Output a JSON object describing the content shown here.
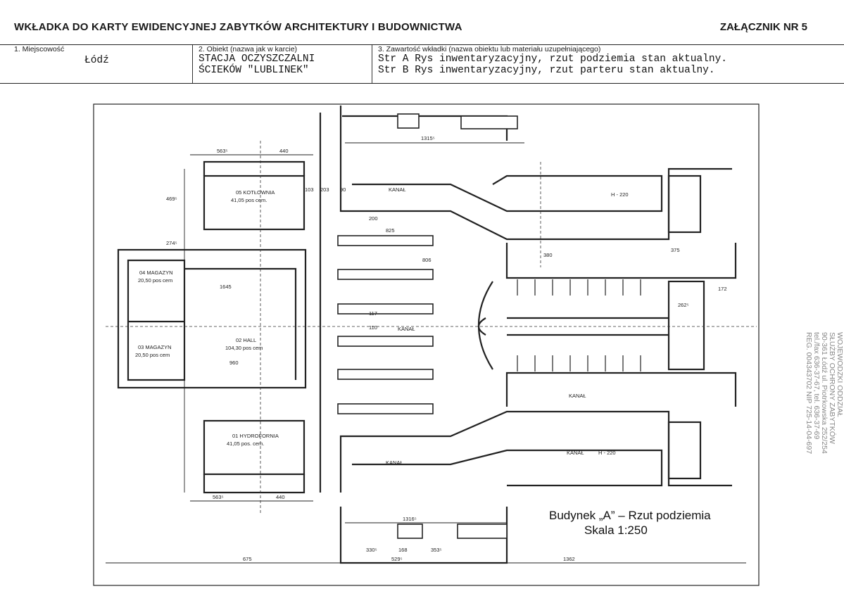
{
  "header": {
    "title": "WKŁADKA DO KARTY EWIDENCYJNEJ ZABYTKÓW ARCHITEKTURY I BUDOWNICTWA",
    "annex": "ZAŁĄCZNIK NR 5"
  },
  "fields": {
    "location_label": "1. Miejscowość",
    "location_value": "Łódź",
    "object_label": "2. Obiekt (nazwa jak w karcie)",
    "object_value_1": "STACJA OCZYSZCZALNI",
    "object_value_2": "ŚCIEKÓW \"LUBLINEK\"",
    "contents_label": "3. Zawartość wkładki (nazwa obiektu lub materiału uzupełniającego)",
    "contents_value_1": "Str A Rys inwentaryzacyjny, rzut podziemia stan aktualny.",
    "contents_value_2": "Str B Rys inwentaryzacyjny, rzut parteru stan aktualny."
  },
  "drawing": {
    "caption_1": "Budynek „A” – Rzut podziemia",
    "caption_2": "Skala 1:250",
    "rooms": {
      "r05": "05 KOTŁOWNIA",
      "r05_area": "41,05 pos cem.",
      "r04": "04 MAGAZYN",
      "r04_area": "20,50 pos cem",
      "r03": "03 MAGAZYN",
      "r03_area": "20,50 pos cem",
      "r02": "02 HALL",
      "r02_area": "104,30 pos cem",
      "r01": "01 HYDROFORNIA",
      "r01_area": "41,05 pos. cem."
    },
    "channel_labels": {
      "kanal_top": "KANAŁ",
      "kanal_top_h": "H - 220",
      "kanal_mid": "KANAŁ",
      "kanal_right": "KANAŁ",
      "kanal_bottom_left": "KANAŁ",
      "kanal_bottom_right": "KANAŁ",
      "kanal_bottom_h": "H - 220"
    },
    "dims": {
      "d_563_top": "563⁵",
      "d_440_top": "440",
      "d_1315": "1315⁵",
      "d_825": "825",
      "d_806": "806",
      "d_380": "380",
      "d_375": "375",
      "d_1645": "1645",
      "d_960": "960",
      "d_563_bot": "563⁵",
      "d_440_bot": "440",
      "d_1316": "1316⁵",
      "d_330": "330⁵",
      "d_168": "168",
      "d_353": "353⁵",
      "d_1362": "1362",
      "d_675": "675",
      "d_529": "529⁵",
      "d_2625": "262⁵",
      "d_203": "203",
      "d_103": "103",
      "d_90": "90",
      "d_200": "200",
      "d_110": "110",
      "d_117": "117",
      "d_172": "172",
      "d_2745": "274⁵",
      "d_4695": "469⁵"
    }
  },
  "stamp": {
    "line1": "WOJEWÓDZKI ODDZIAŁ",
    "line2": "SŁUŻBY OCHRONY ZABYTKÓW",
    "line3": "90-361 Łódź ul. Piotrkowska 252/254",
    "line4": "tel./fax 636-37-67, tel. 636-37-69",
    "line5": "REG. 004343702 NIP 725-14-04-697"
  }
}
